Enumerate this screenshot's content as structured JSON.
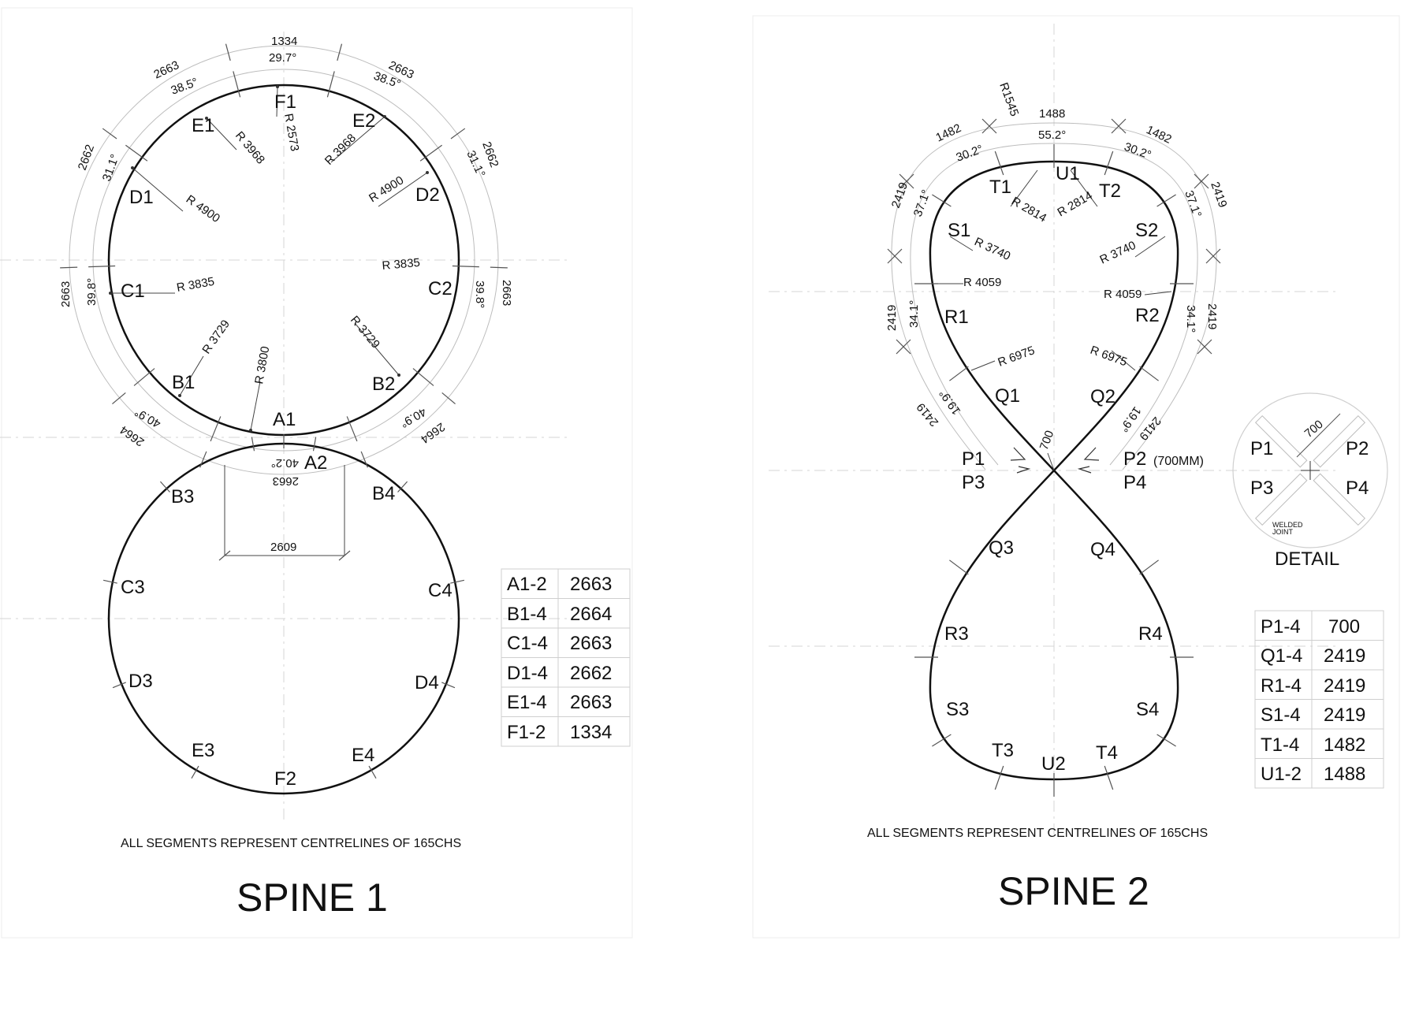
{
  "spine1": {
    "title": "SPINE 1",
    "note": "ALL SEGMENTS REPRESENT CENTRELINES OF 165CHS",
    "points": [
      "F1",
      "E1",
      "E2",
      "D1",
      "D2",
      "C1",
      "C2",
      "B1",
      "B2",
      "A1",
      "A2",
      "B3",
      "B4",
      "C3",
      "C4",
      "D3",
      "D4",
      "E3",
      "E4",
      "F2"
    ],
    "radii": [
      "R 2573",
      "R 3968",
      "R 3968",
      "R 4900",
      "R 4900",
      "R 3835",
      "R 3835",
      "R 3729",
      "R 3729",
      "R 3800"
    ],
    "outer_dims": [
      "1334",
      "2663",
      "2663",
      "2662",
      "2662",
      "2663",
      "2663",
      "2664",
      "2664",
      "2663"
    ],
    "inner_angles": [
      "29.7°",
      "38.5°",
      "38.5°",
      "31.1°",
      "31.1°",
      "39.8°",
      "39.8°",
      "40.9°",
      "40.9°",
      "40.2°"
    ],
    "chord": "2609",
    "table": [
      {
        "seg": "A1-2",
        "len": "2663"
      },
      {
        "seg": "B1-4",
        "len": "2664"
      },
      {
        "seg": "C1-4",
        "len": "2663"
      },
      {
        "seg": "D1-4",
        "len": "2662"
      },
      {
        "seg": "E1-4",
        "len": "2663"
      },
      {
        "seg": "F1-2",
        "len": "1334"
      }
    ]
  },
  "spine2": {
    "title": "SPINE 2",
    "note": "ALL SEGMENTS REPRESENT CENTRELINES OF 165CHS",
    "points": [
      "U1",
      "T1",
      "T2",
      "S1",
      "S2",
      "R1",
      "R2",
      "Q1",
      "Q2",
      "P1",
      "P2",
      "P3",
      "P4",
      "Q3",
      "Q4",
      "R3",
      "R4",
      "S3",
      "S4",
      "T3",
      "T4",
      "U2"
    ],
    "p2_note": "(700MM)",
    "radii": [
      "R1545",
      "R 2814",
      "R 2814",
      "R 3740",
      "R 3740",
      "R 4059",
      "R 4059",
      "R 6975",
      "R 6975"
    ],
    "outer_dims": [
      "1488",
      "1482",
      "1482",
      "2419",
      "2419",
      "2419",
      "2419",
      "2419",
      "2419"
    ],
    "inner_angles": [
      "55.2°",
      "30.2°",
      "30.2°",
      "37.1°",
      "37.1°",
      "34.1°",
      "34.1°",
      "19.9°",
      "19.9°"
    ],
    "gap": "700",
    "table": [
      {
        "seg": "P1-4",
        "len": "700"
      },
      {
        "seg": "Q1-4",
        "len": "2419"
      },
      {
        "seg": "R1-4",
        "len": "2419"
      },
      {
        "seg": "S1-4",
        "len": "2419"
      },
      {
        "seg": "T1-4",
        "len": "1482"
      },
      {
        "seg": "U1-2",
        "len": "1488"
      }
    ]
  },
  "detail": {
    "title": "DETAIL",
    "dim": "700",
    "labels": [
      "P1",
      "P2",
      "P3",
      "P4"
    ],
    "welded_1": "WELDED",
    "welded_2": "JOINT"
  }
}
